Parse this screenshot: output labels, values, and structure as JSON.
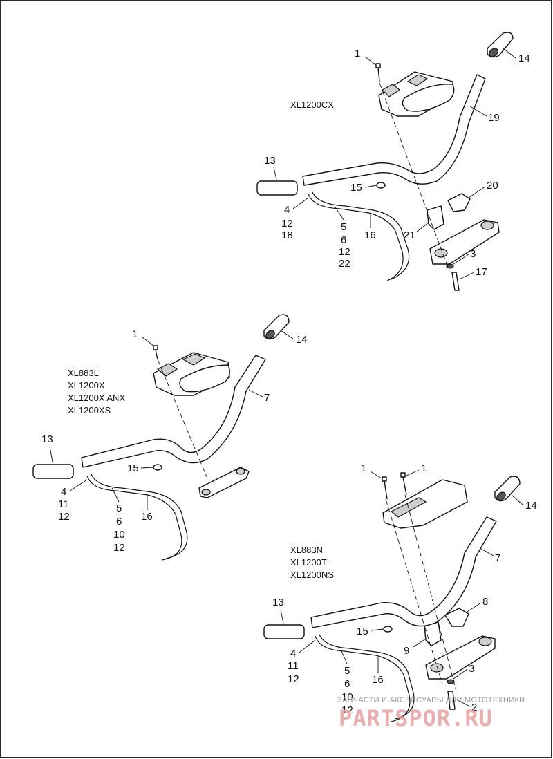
{
  "assemblies": [
    {
      "models": [
        "XL1200CX"
      ],
      "callouts": {
        "c1": "1",
        "c14": "14",
        "c19": "19",
        "c13": "13",
        "c15": "15",
        "c20": "20",
        "c4": "4",
        "c12a": "12",
        "c18": "18",
        "c5": "5",
        "c6": "6",
        "c12b": "12",
        "c22": "22",
        "c16": "16",
        "c21": "21",
        "c3": "3",
        "c17": "17"
      }
    },
    {
      "models": [
        "XL883L",
        "XL1200X",
        "XL1200X ANX",
        "XL1200XS"
      ],
      "callouts": {
        "c1": "1",
        "c14": "14",
        "c7": "7",
        "c13": "13",
        "c15": "15",
        "c4": "4",
        "c11": "11",
        "c12a": "12",
        "c5": "5",
        "c6": "6",
        "c10": "10",
        "c12b": "12",
        "c16": "16"
      }
    },
    {
      "models": [
        "XL883N",
        "XL1200T",
        "XL1200NS"
      ],
      "callouts": {
        "c1a": "1",
        "c1b": "1",
        "c14": "14",
        "c7": "7",
        "c8": "8",
        "c13": "13",
        "c15": "15",
        "c9": "9",
        "c3": "3",
        "c2": "2",
        "c4": "4",
        "c11": "11",
        "c12a": "12",
        "c5": "5",
        "c6": "6",
        "c10": "10",
        "c12b": "12",
        "c16": "16"
      }
    }
  ],
  "watermark": {
    "tagline": "ЗАПЧАСТИ И АКСЕССУАРЫ ДЛЯ МОТОТЕХНИКИ",
    "logo": "PARTSPOR.RU",
    "logo_color": "#e8a0a0"
  }
}
